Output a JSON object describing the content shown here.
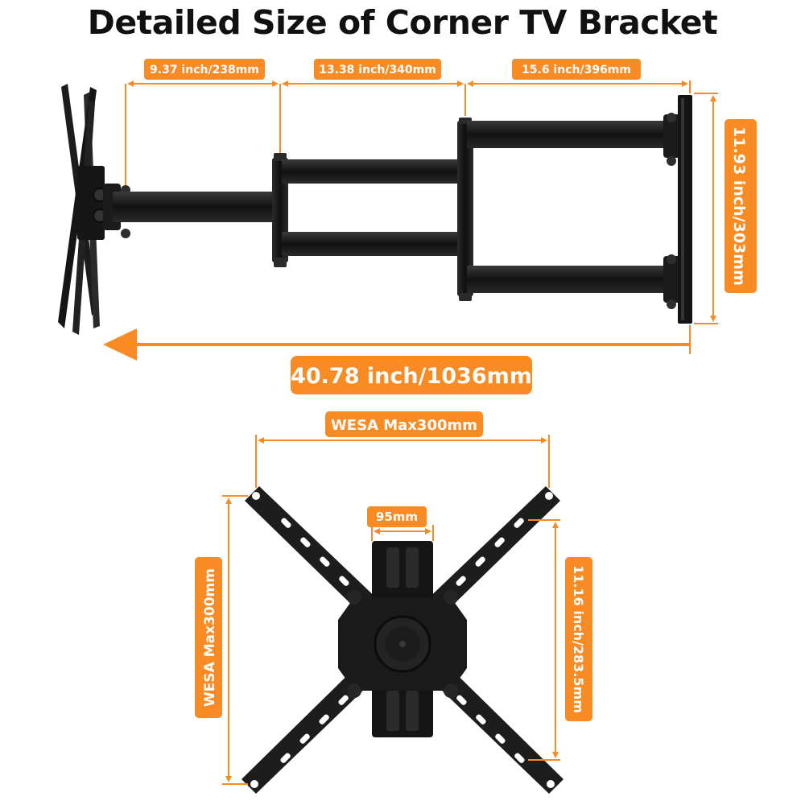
{
  "title": "Detailed Size of Corner TV Bracket",
  "colors": {
    "accent": "#F98B24",
    "metal": "#1A1A1A",
    "metal_highlight": "#3A3A3A",
    "background": "#FFFFFF"
  },
  "top_view": {
    "arm_segment_1": "9.37 inch/238mm",
    "arm_segment_2": "13.38 inch/340mm",
    "arm_segment_3": "15.6 inch/396mm",
    "wall_plate_height": "11.93 inch/303mm",
    "total_extension": "40.78 inch/1036mm"
  },
  "front_view": {
    "vesa_width": "WESA Max300mm",
    "vesa_height": "WESA Max300mm",
    "center_plate_width": "95mm",
    "vertical_hole_span": "11.16 inch/283.5mm"
  }
}
